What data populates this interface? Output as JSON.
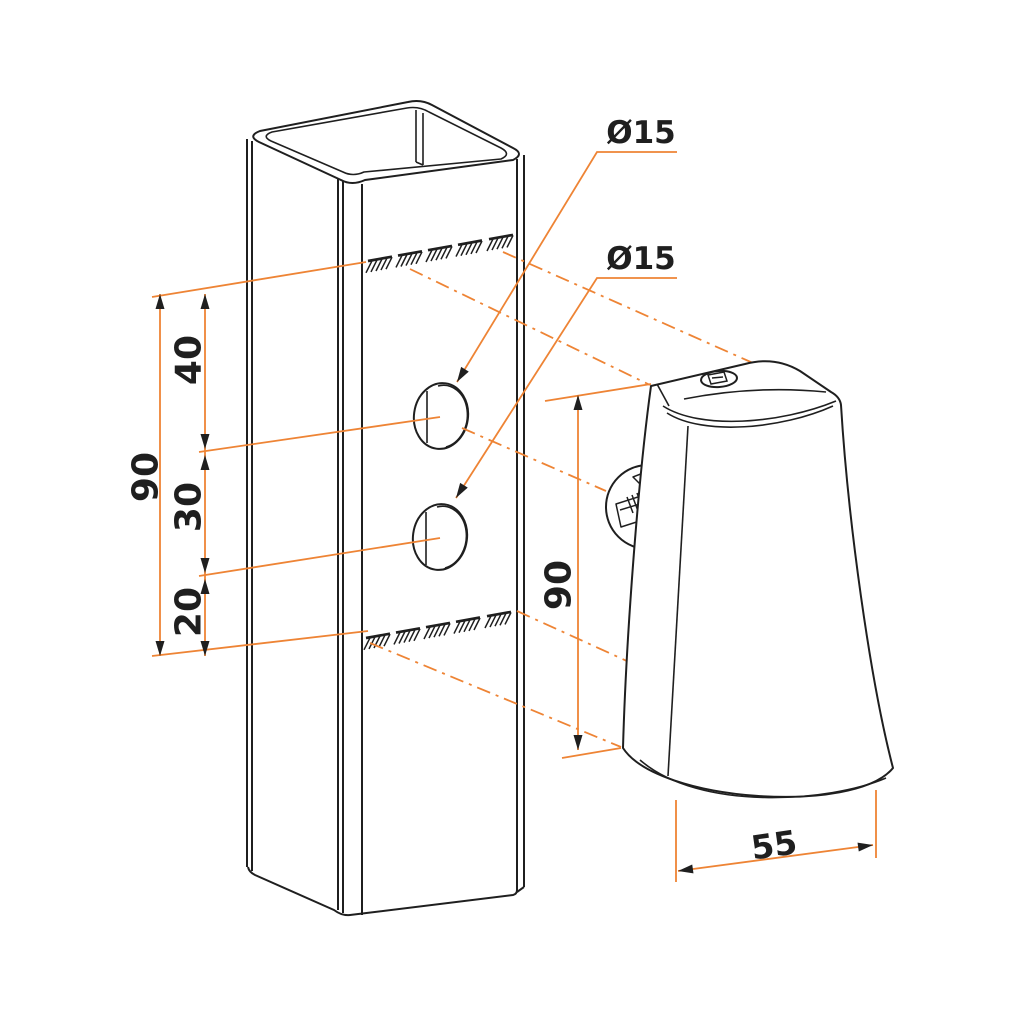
{
  "drawing": {
    "labels": {
      "overall_height": "90",
      "segment_top": "40",
      "segment_middle": "30",
      "segment_bottom": "20",
      "hole_top_diameter": "Ø15",
      "hole_bottom_diameter": "Ø15",
      "device_height": "90",
      "device_width": "55"
    },
    "colors": {
      "dimension_accent": "#EE8435",
      "outline": "#1F1F1F",
      "background": "#FFFFFF"
    }
  }
}
